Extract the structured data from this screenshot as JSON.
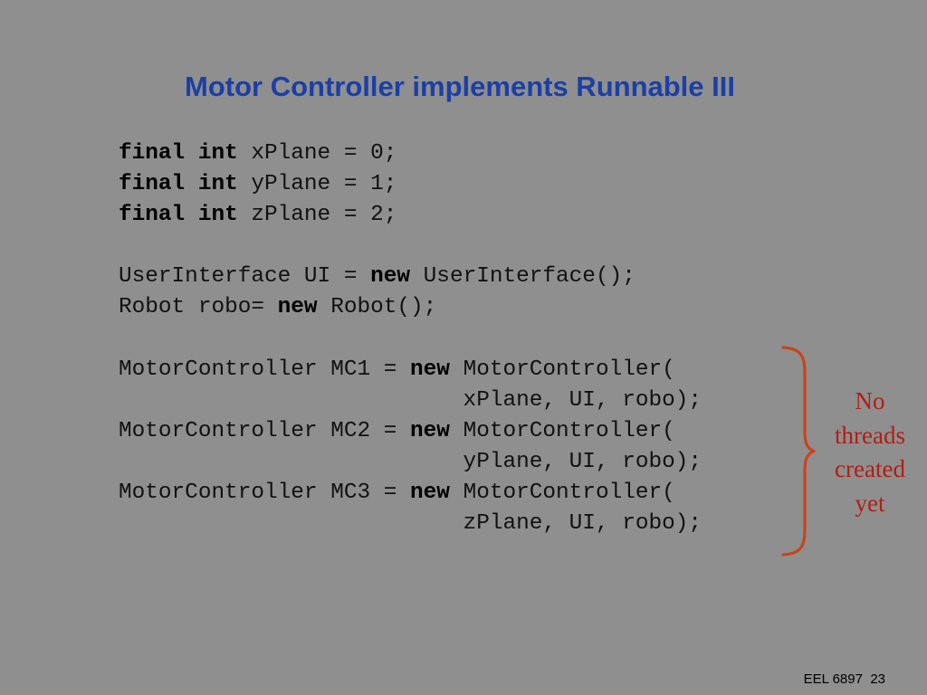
{
  "title": "Motor Controller implements Runnable III",
  "code_lines": [
    [
      {
        "t": "final int",
        "kw": true
      },
      {
        "t": " xPlane = 0;",
        "kw": false
      }
    ],
    [
      {
        "t": "final int",
        "kw": true
      },
      {
        "t": " yPlane = 1;",
        "kw": false
      }
    ],
    [
      {
        "t": "final int",
        "kw": true
      },
      {
        "t": " zPlane = 2;",
        "kw": false
      }
    ],
    [],
    [
      {
        "t": "UserInterface UI = ",
        "kw": false
      },
      {
        "t": "new",
        "kw": true
      },
      {
        "t": " UserInterface();",
        "kw": false
      }
    ],
    [
      {
        "t": "Robot robo= ",
        "kw": false
      },
      {
        "t": "new",
        "kw": true
      },
      {
        "t": " Robot();",
        "kw": false
      }
    ],
    [],
    [
      {
        "t": "MotorController MC1 = ",
        "kw": false
      },
      {
        "t": "new",
        "kw": true
      },
      {
        "t": " MotorController(",
        "kw": false
      }
    ],
    [
      {
        "t": "                          xPlane, UI, robo);",
        "kw": false
      }
    ],
    [
      {
        "t": "MotorController MC2 = ",
        "kw": false
      },
      {
        "t": "new",
        "kw": true
      },
      {
        "t": " MotorController(",
        "kw": false
      }
    ],
    [
      {
        "t": "                          yPlane, UI, robo);",
        "kw": false
      }
    ],
    [
      {
        "t": "MotorController MC3 = ",
        "kw": false
      },
      {
        "t": "new",
        "kw": true
      },
      {
        "t": " MotorController(",
        "kw": false
      }
    ],
    [
      {
        "t": "                          zPlane, UI, robo);",
        "kw": false
      }
    ]
  ],
  "annotation": {
    "lines": [
      "No",
      "threads",
      "created",
      "yet"
    ],
    "color": "#b11e14"
  },
  "footer": {
    "course": "EEL 6897",
    "page": "23"
  },
  "colors": {
    "background": "#8f8f8f",
    "title": "#1b3fa6",
    "brace": "#c8441c"
  }
}
